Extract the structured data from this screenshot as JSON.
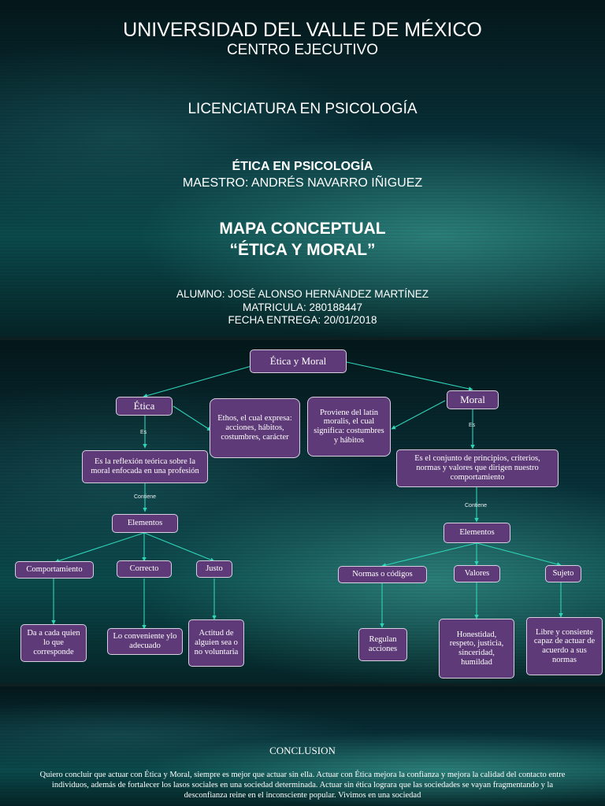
{
  "cover": {
    "university": "UNIVERSIDAD DEL VALLE DE MÉXICO",
    "campus": "CENTRO EJECUTIVO",
    "degree": "LICENCIATURA EN PSICOLOGÍA",
    "subject": "ÉTICA EN PSICOLOGÍA",
    "teacher": "MAESTRO: ANDRÉS NAVARRO IÑIGUEZ",
    "doc_type": "MAPA CONCEPTUAL",
    "doc_title": "“ÉTICA Y MORAL”",
    "student": "ALUMNO: JOSÉ ALONSO HERNÁNDEZ MARTÍNEZ",
    "enrollment": "MATRICULA: 280188447",
    "due_date": "FECHA ENTREGA: 20/01/2018"
  },
  "concept_map": {
    "root": "Ética y Moral",
    "etica": "Ética",
    "etica_origin": "Ethos, el cual expresa: acciones, hábitos, costumbres, carácter",
    "etica_link_es": "Es",
    "etica_def": "Es la reflexión teórica sobre la moral enfocada en una profesión",
    "etica_link_contiene": "Contiene",
    "etica_elements": "Elementos",
    "comportamiento": "Comportamiento",
    "correcto": "Correcto",
    "justo": "Justo",
    "comportamiento_desc": "Da a cada quien lo que corresponde",
    "correcto_desc": "Lo conveniente ylo adecuado",
    "justo_desc": "Actitud de alguien sea o no voluntaria",
    "moral": "Moral",
    "moral_origin": "Proviene del latín moralis, el cual significa: costumbres y hábitos",
    "moral_link_es": "Es",
    "moral_def": "Es el conjunto de principios, criterios, normas y valores que dirigen nuestro comportamiento",
    "moral_link_contiene": "Contiene",
    "moral_elements": "Elementos",
    "normas": "Normas o  códigos",
    "valores": "Valores",
    "sujeto": "Sujeto",
    "normas_desc": "Regulan acciones",
    "valores_desc": "Honestidad, respeto, justicia, sinceridad, humildad",
    "sujeto_desc": "Libre y consiente capaz de actuar de acuerdo a sus normas"
  },
  "conclusion": {
    "title": "CONCLUSION",
    "text": "Quiero concluir que actuar con Ética y Moral, siempre es mejor que  actuar sin ella. Actuar con Ética mejora la confianza y mejora la calidad del contacto entre individuos, además de fortalecer los lasos sociales en una sociedad determinada. Actuar sin ética lograra que las sociedades se vayan fragmentando y la desconfianza reine en el inconsciente popular. Vivimos en una sociedad"
  },
  "colors": {
    "node_fill": "#5e3a78",
    "node_border": "#d8d0e0",
    "connector": "#2fd3b8",
    "text": "#ffffff"
  }
}
